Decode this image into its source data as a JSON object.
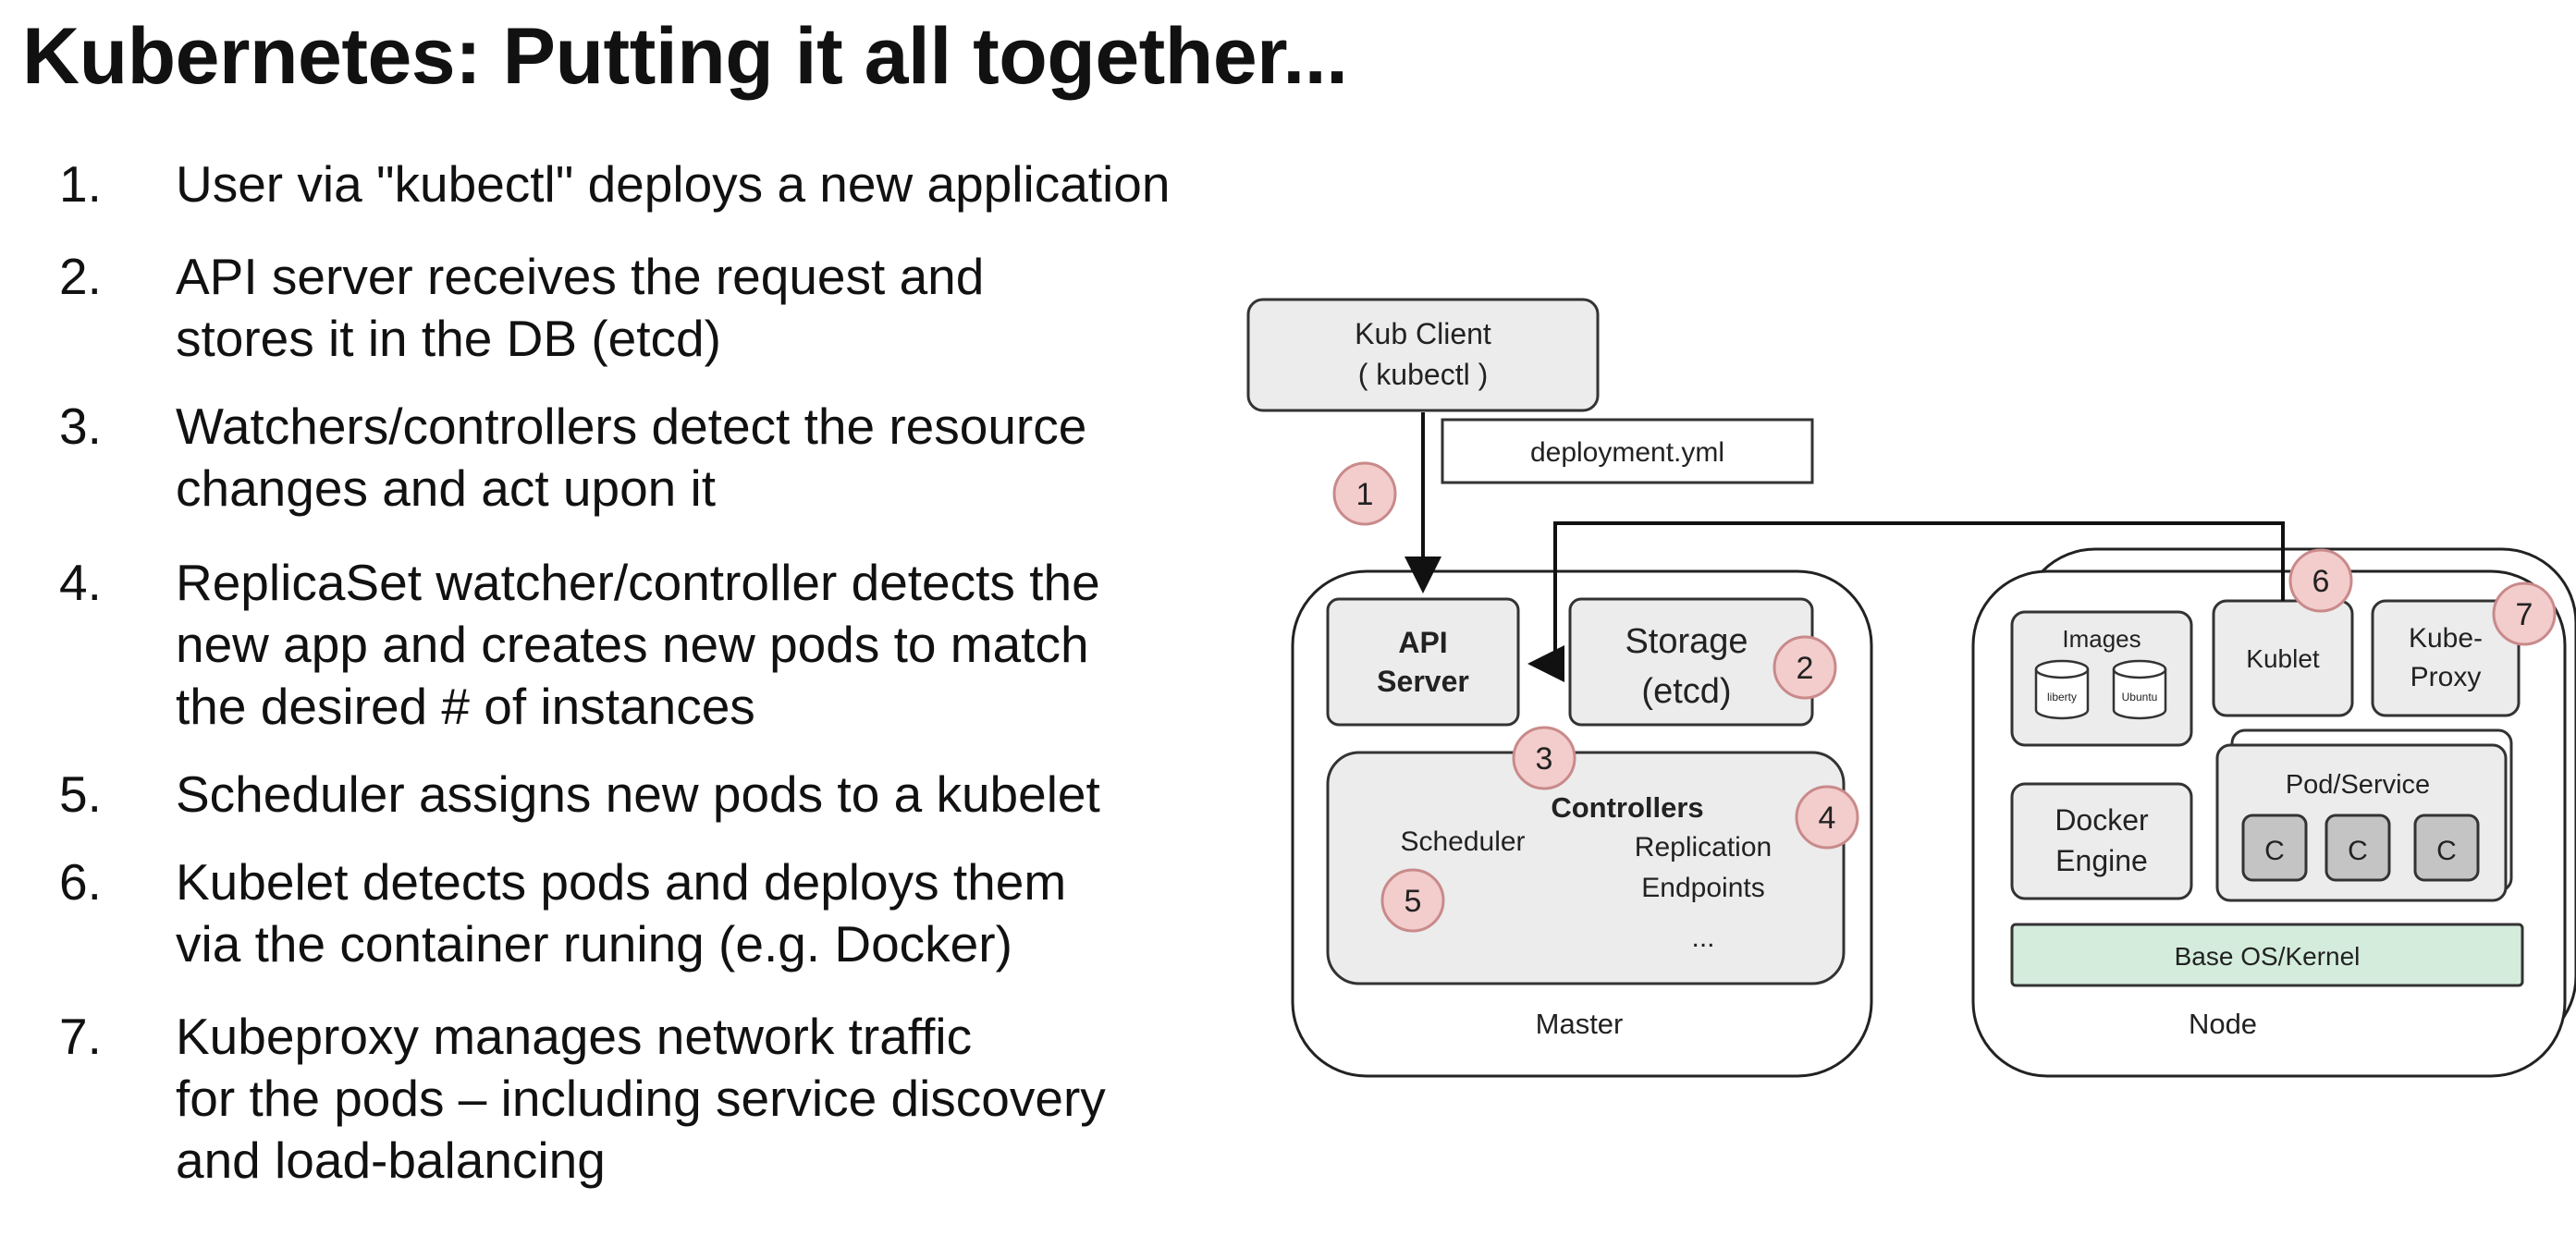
{
  "title": "Kubernetes: Putting it all together...",
  "steps": [
    {
      "num": "1.",
      "lines": [
        "User via \"kubectl\" deploys a new application"
      ]
    },
    {
      "num": "2.",
      "lines": [
        "API server receives the request and",
        "stores it in the DB (etcd)"
      ]
    },
    {
      "num": "3.",
      "lines": [
        "Watchers/controllers detect the resource",
        "changes and act upon it"
      ]
    },
    {
      "num": "4.",
      "lines": [
        "ReplicaSet watcher/controller detects the",
        "new app and creates new pods to match",
        "the desired # of instances"
      ]
    },
    {
      "num": "5.",
      "lines": [
        "Scheduler assigns new pods to a kubelet"
      ]
    },
    {
      "num": "6.",
      "lines": [
        "Kubelet detects pods and deploys them",
        "via the container runing (e.g. Docker)"
      ]
    },
    {
      "num": "7.",
      "lines": [
        "Kubeproxy manages network traffic",
        "for the pods – including service discovery",
        "and load-balancing"
      ]
    }
  ],
  "diagram": {
    "client": {
      "line1": "Kub Client",
      "line2": "( kubectl )"
    },
    "deployment_file": "deployment.yml",
    "master": {
      "label": "Master",
      "api_server": {
        "line1": "API",
        "line2": "Server"
      },
      "storage": {
        "line1": "Storage",
        "line2": "(etcd)"
      },
      "controllers": {
        "title": "Controllers",
        "scheduler": "Scheduler",
        "replication": "Replication",
        "endpoints": "Endpoints",
        "more": "..."
      }
    },
    "node": {
      "label": "Node",
      "images": {
        "title": "Images",
        "db1": "liberty",
        "db2": "Ubuntu"
      },
      "kubelet": "Kublet",
      "kube_proxy": {
        "line1": "Kube-",
        "line2": "Proxy"
      },
      "docker_engine": {
        "line1": "Docker",
        "line2": "Engine"
      },
      "pod_service": {
        "title": "Pod/Service",
        "containers": [
          "C",
          "C",
          "C"
        ]
      },
      "base_os": "Base OS/Kernel"
    },
    "step_markers": [
      "1",
      "2",
      "3",
      "4",
      "5",
      "6",
      "7"
    ],
    "colors": {
      "marker_fill": "#f3cccc",
      "marker_stroke": "#c98a8a",
      "box_fill": "#ececec",
      "base_os_fill": "#d4ecdc",
      "container_fill": "#c4c4c4"
    }
  }
}
